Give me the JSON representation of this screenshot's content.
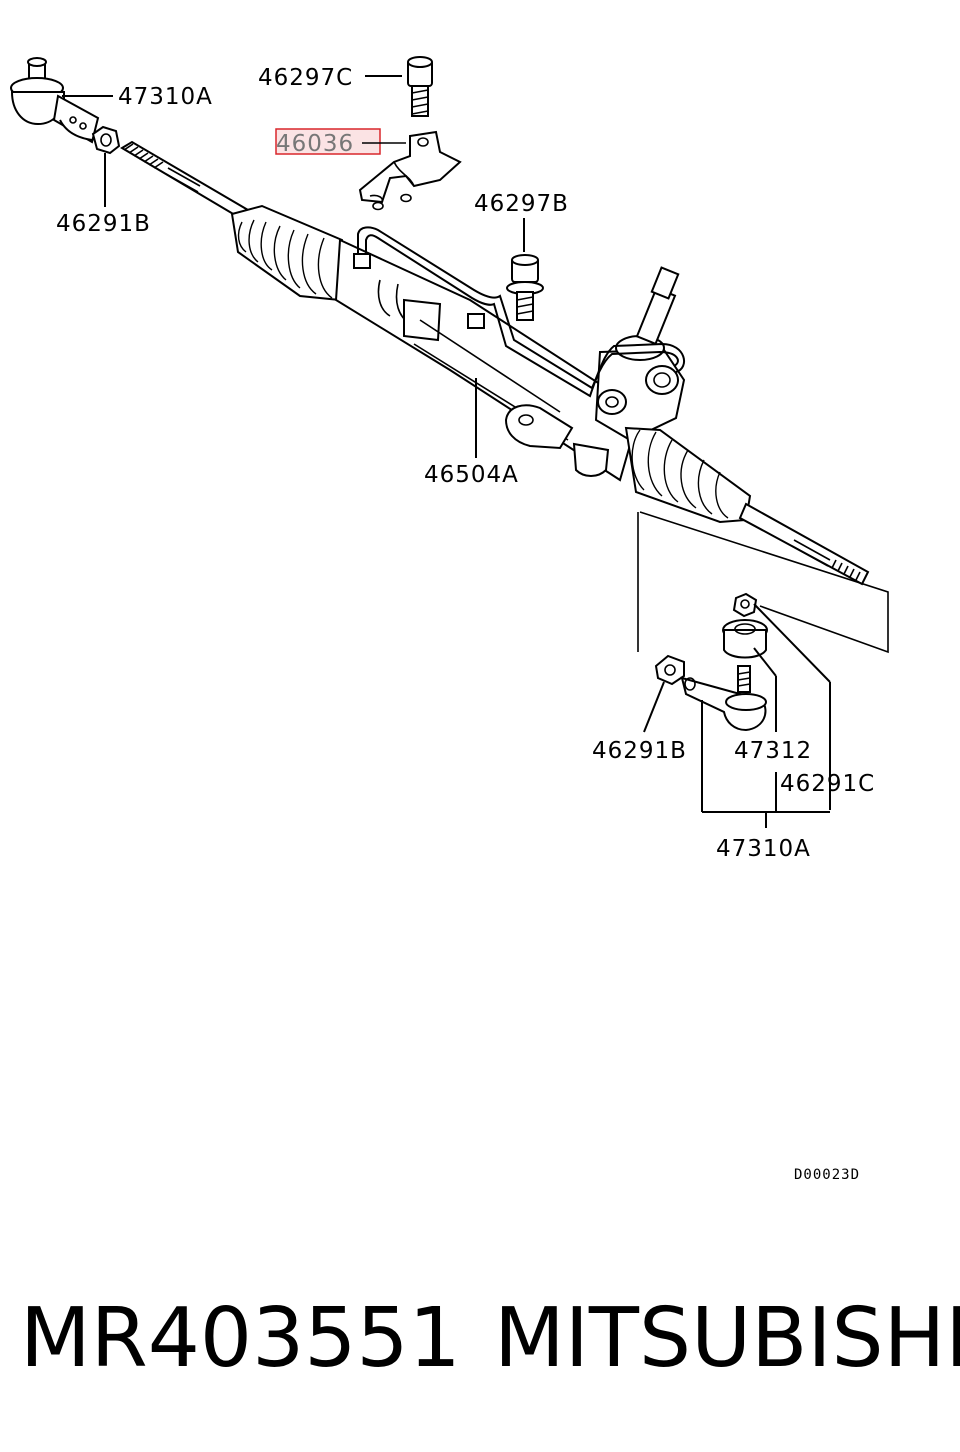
{
  "labels": {
    "tie_rod_end_top": "47310A",
    "bolt_top": "46297C",
    "bracket": "46036",
    "nut_top": "46291B",
    "bolt_mid": "46297B",
    "gear_box": "46504A",
    "nut_lower_left": "46291B",
    "boot": "47312",
    "nut_lower_right": "46291C",
    "tie_rod_end_bottom": "47310A"
  },
  "diagram_code": "D00023D",
  "footer": {
    "part_number": "MR403551",
    "brand": "MITSUBISHI"
  },
  "colors": {
    "highlight_border": "#d9262b",
    "highlight_fill": "#fbe3e4"
  }
}
